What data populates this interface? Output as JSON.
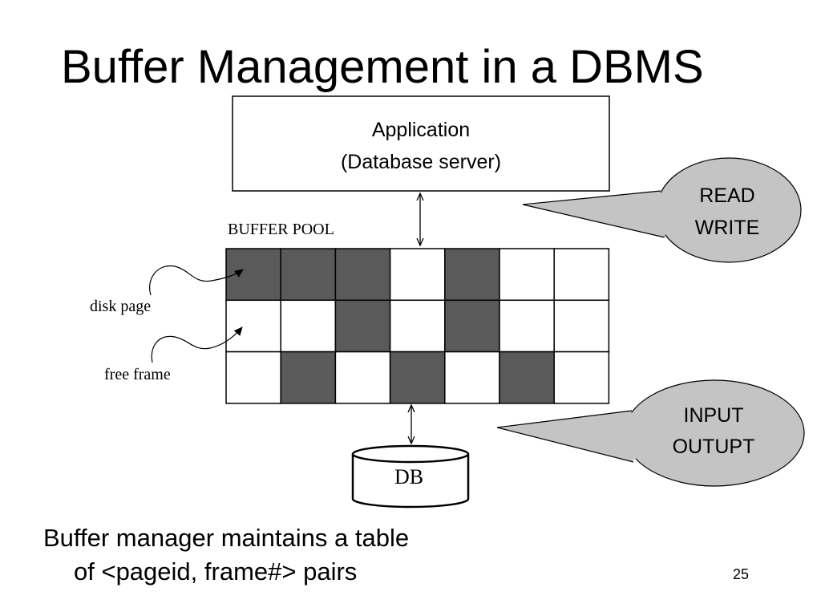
{
  "slide": {
    "title": "Buffer Management in a DBMS",
    "page_number": "25"
  },
  "diagram": {
    "application_box": {
      "line1": "Application",
      "line2": "(Database server)"
    },
    "buffer_pool_label": "BUFFER POOL",
    "read_write_callout": {
      "line1": "READ",
      "line2": "WRITE"
    },
    "input_output_callout": {
      "line1": "INPUT",
      "line2": "OUTUPT"
    },
    "disk_page_label": "disk page",
    "free_frame_label": "free frame",
    "db_label": "DB",
    "grid": {
      "rows": 3,
      "cols": 7,
      "occupied": [
        [
          1,
          1,
          1,
          0,
          1,
          0,
          0
        ],
        [
          0,
          0,
          1,
          0,
          1,
          0,
          0
        ],
        [
          0,
          1,
          0,
          1,
          0,
          1,
          0
        ]
      ],
      "occupied_color": "#5a5a5a",
      "free_color": "#ffffff"
    },
    "callout_fill": "#c4c4c4"
  },
  "caption": {
    "line1": "Buffer manager maintains a table",
    "line2": "of <pageid, frame#> pairs"
  }
}
